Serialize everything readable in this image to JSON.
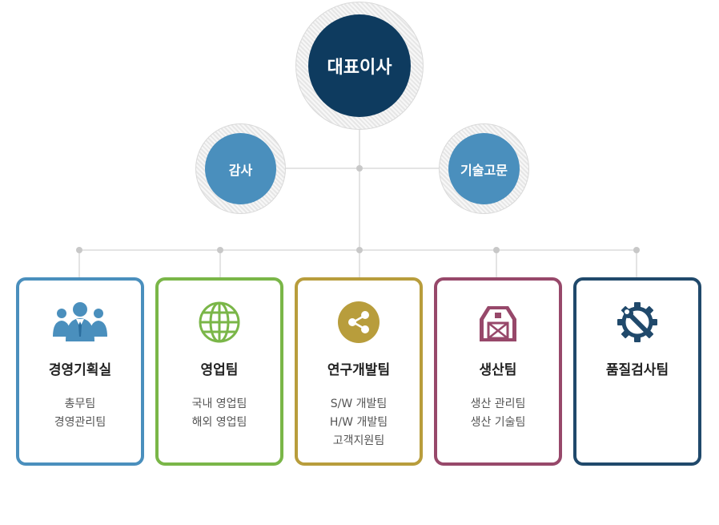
{
  "ceo": {
    "label": "대표이사",
    "color": "#0e3b5f"
  },
  "advisors": [
    {
      "label": "감사",
      "color": "#4a8fbd"
    },
    {
      "label": "기술고문",
      "color": "#4a8fbd"
    }
  ],
  "line_color": "#c8c8c8",
  "teams": [
    {
      "title": "경영기획실",
      "subs": [
        "총무팀",
        "경영관리팀"
      ],
      "color": "#4a8fbd",
      "icon": "people-group-icon"
    },
    {
      "title": "영업팀",
      "subs": [
        "국내 영업팀",
        "해외 영업팀"
      ],
      "color": "#7ab648",
      "icon": "globe-icon"
    },
    {
      "title": "연구개발팀",
      "subs": [
        "S/W 개발팀",
        "H/W 개발팀",
        "고객지원팀"
      ],
      "color": "#b89d3c",
      "icon": "share-icon"
    },
    {
      "title": "생산팀",
      "subs": [
        "생산 관리팀",
        "생산 기술팀"
      ],
      "color": "#97486a",
      "icon": "barn-icon"
    },
    {
      "title": "품질검사팀",
      "subs": [],
      "color": "#20496b",
      "icon": "gear-wrench-icon"
    }
  ]
}
